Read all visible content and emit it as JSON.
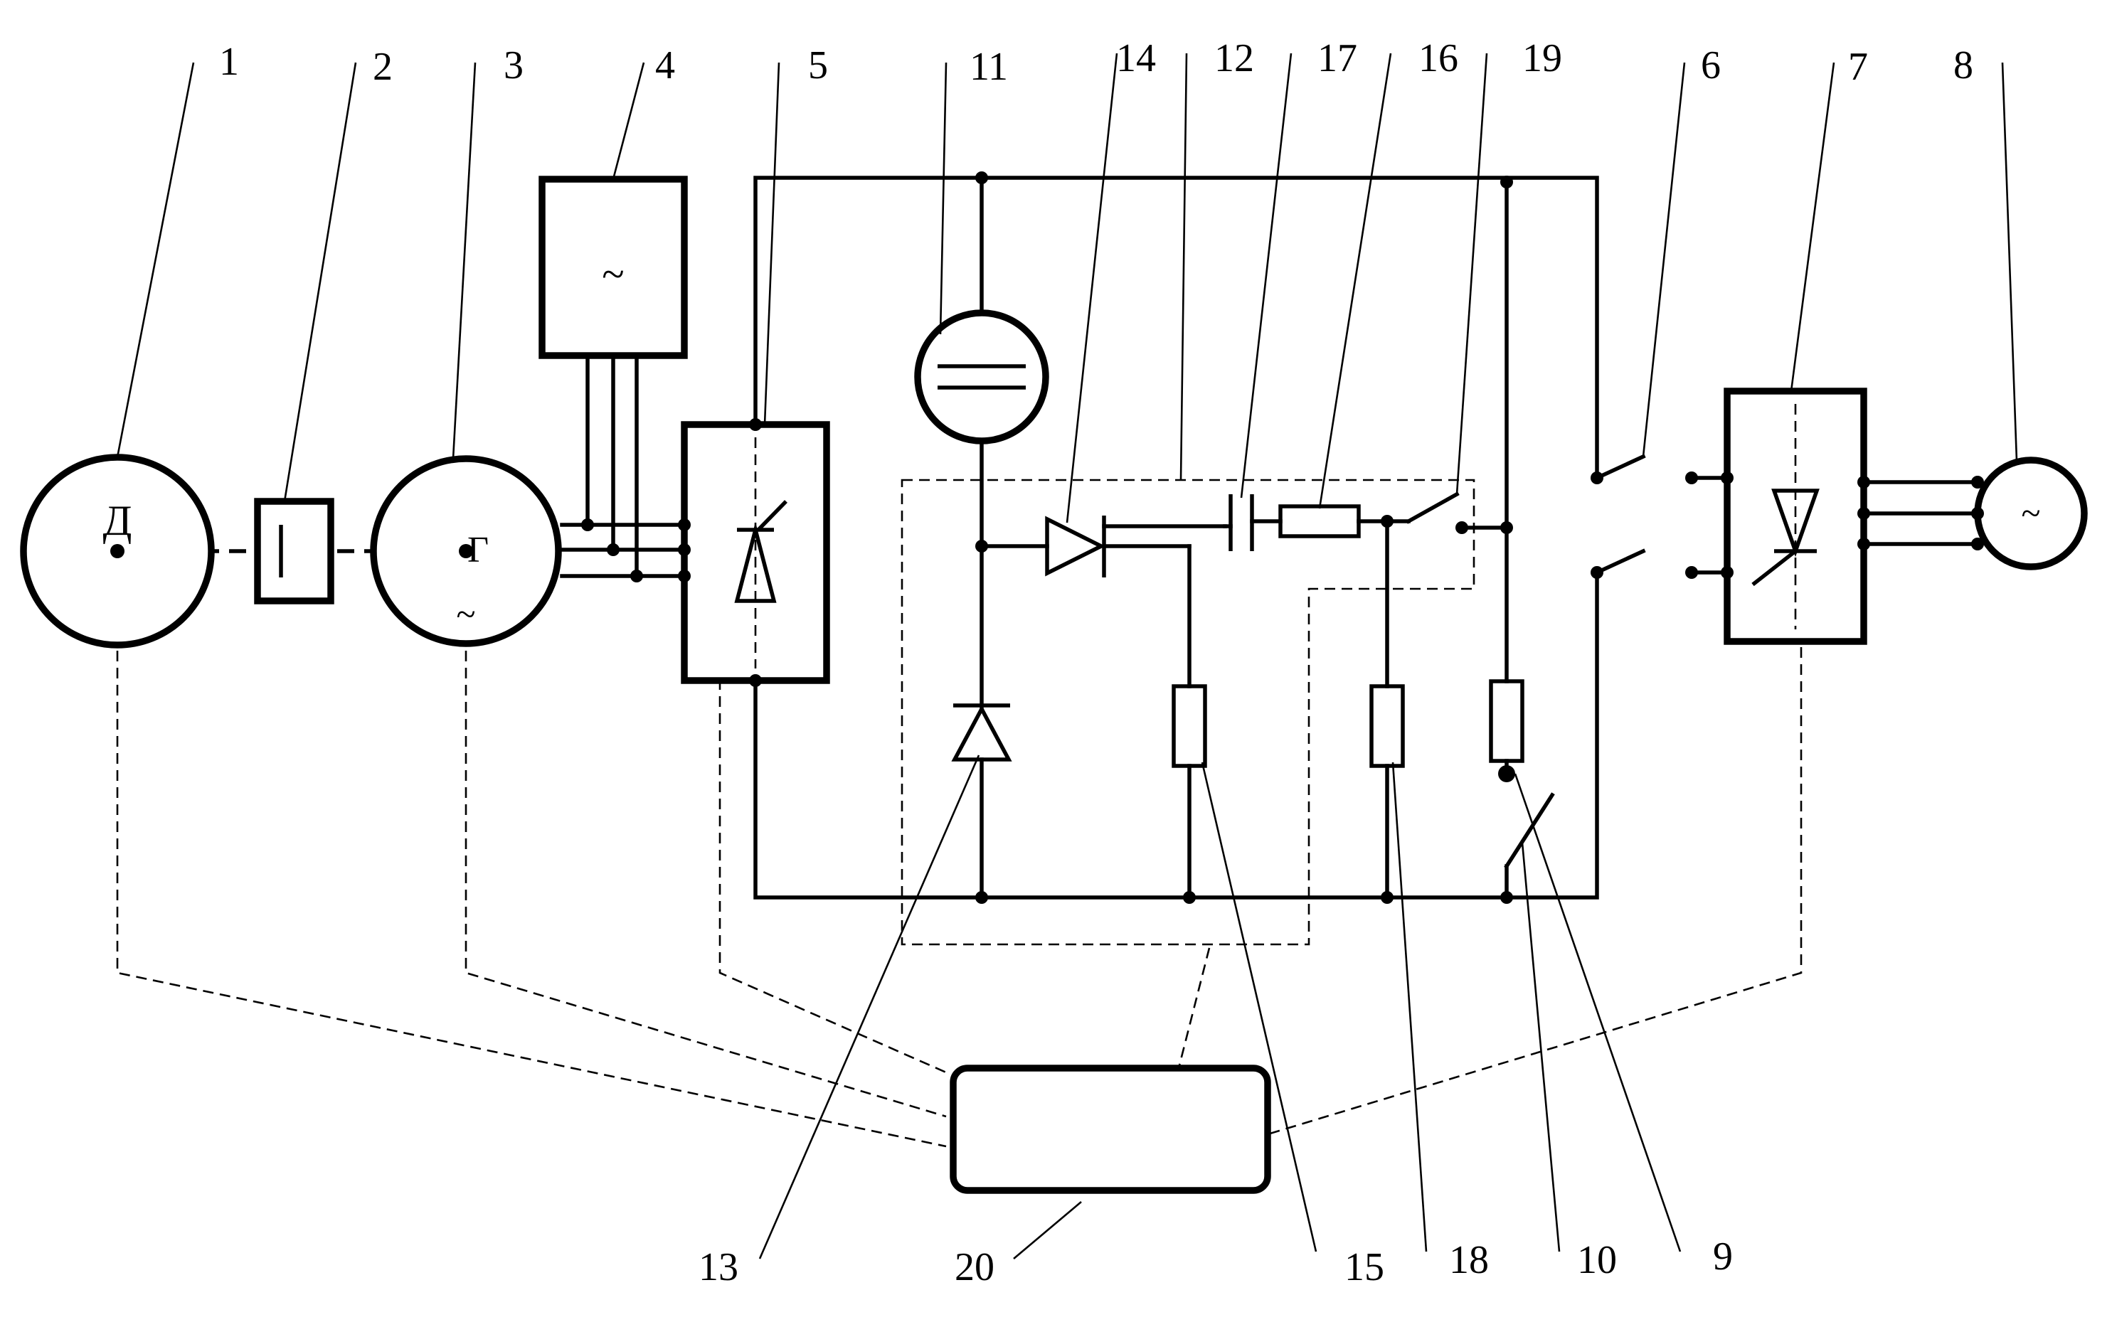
{
  "labels": {
    "n1": "1",
    "n2": "2",
    "n3": "3",
    "n4": "4",
    "n5": "5",
    "n6": "6",
    "n7": "7",
    "n8": "8",
    "n9": "9",
    "n10": "10",
    "n11": "11",
    "n12": "12",
    "n13": "13",
    "n14": "14",
    "n15": "15",
    "n16": "16",
    "n17": "17",
    "n18": "18",
    "n19": "19",
    "n20": "20"
  },
  "symbols": {
    "motor_letter": "Д",
    "generator_letter": "Г",
    "generator_ac": "~",
    "source_ac": "~",
    "load_ac": "~"
  }
}
